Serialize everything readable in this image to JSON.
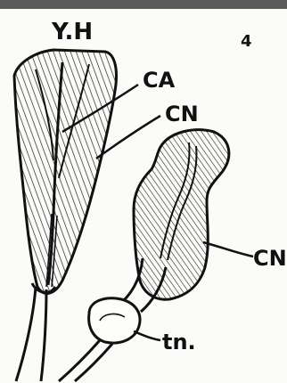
{
  "figure": {
    "number": "4",
    "labels": {
      "top": "Y.H",
      "ca": "CA",
      "cn_upper": "CN",
      "cn_right": "CN",
      "tn": "tn."
    }
  }
}
